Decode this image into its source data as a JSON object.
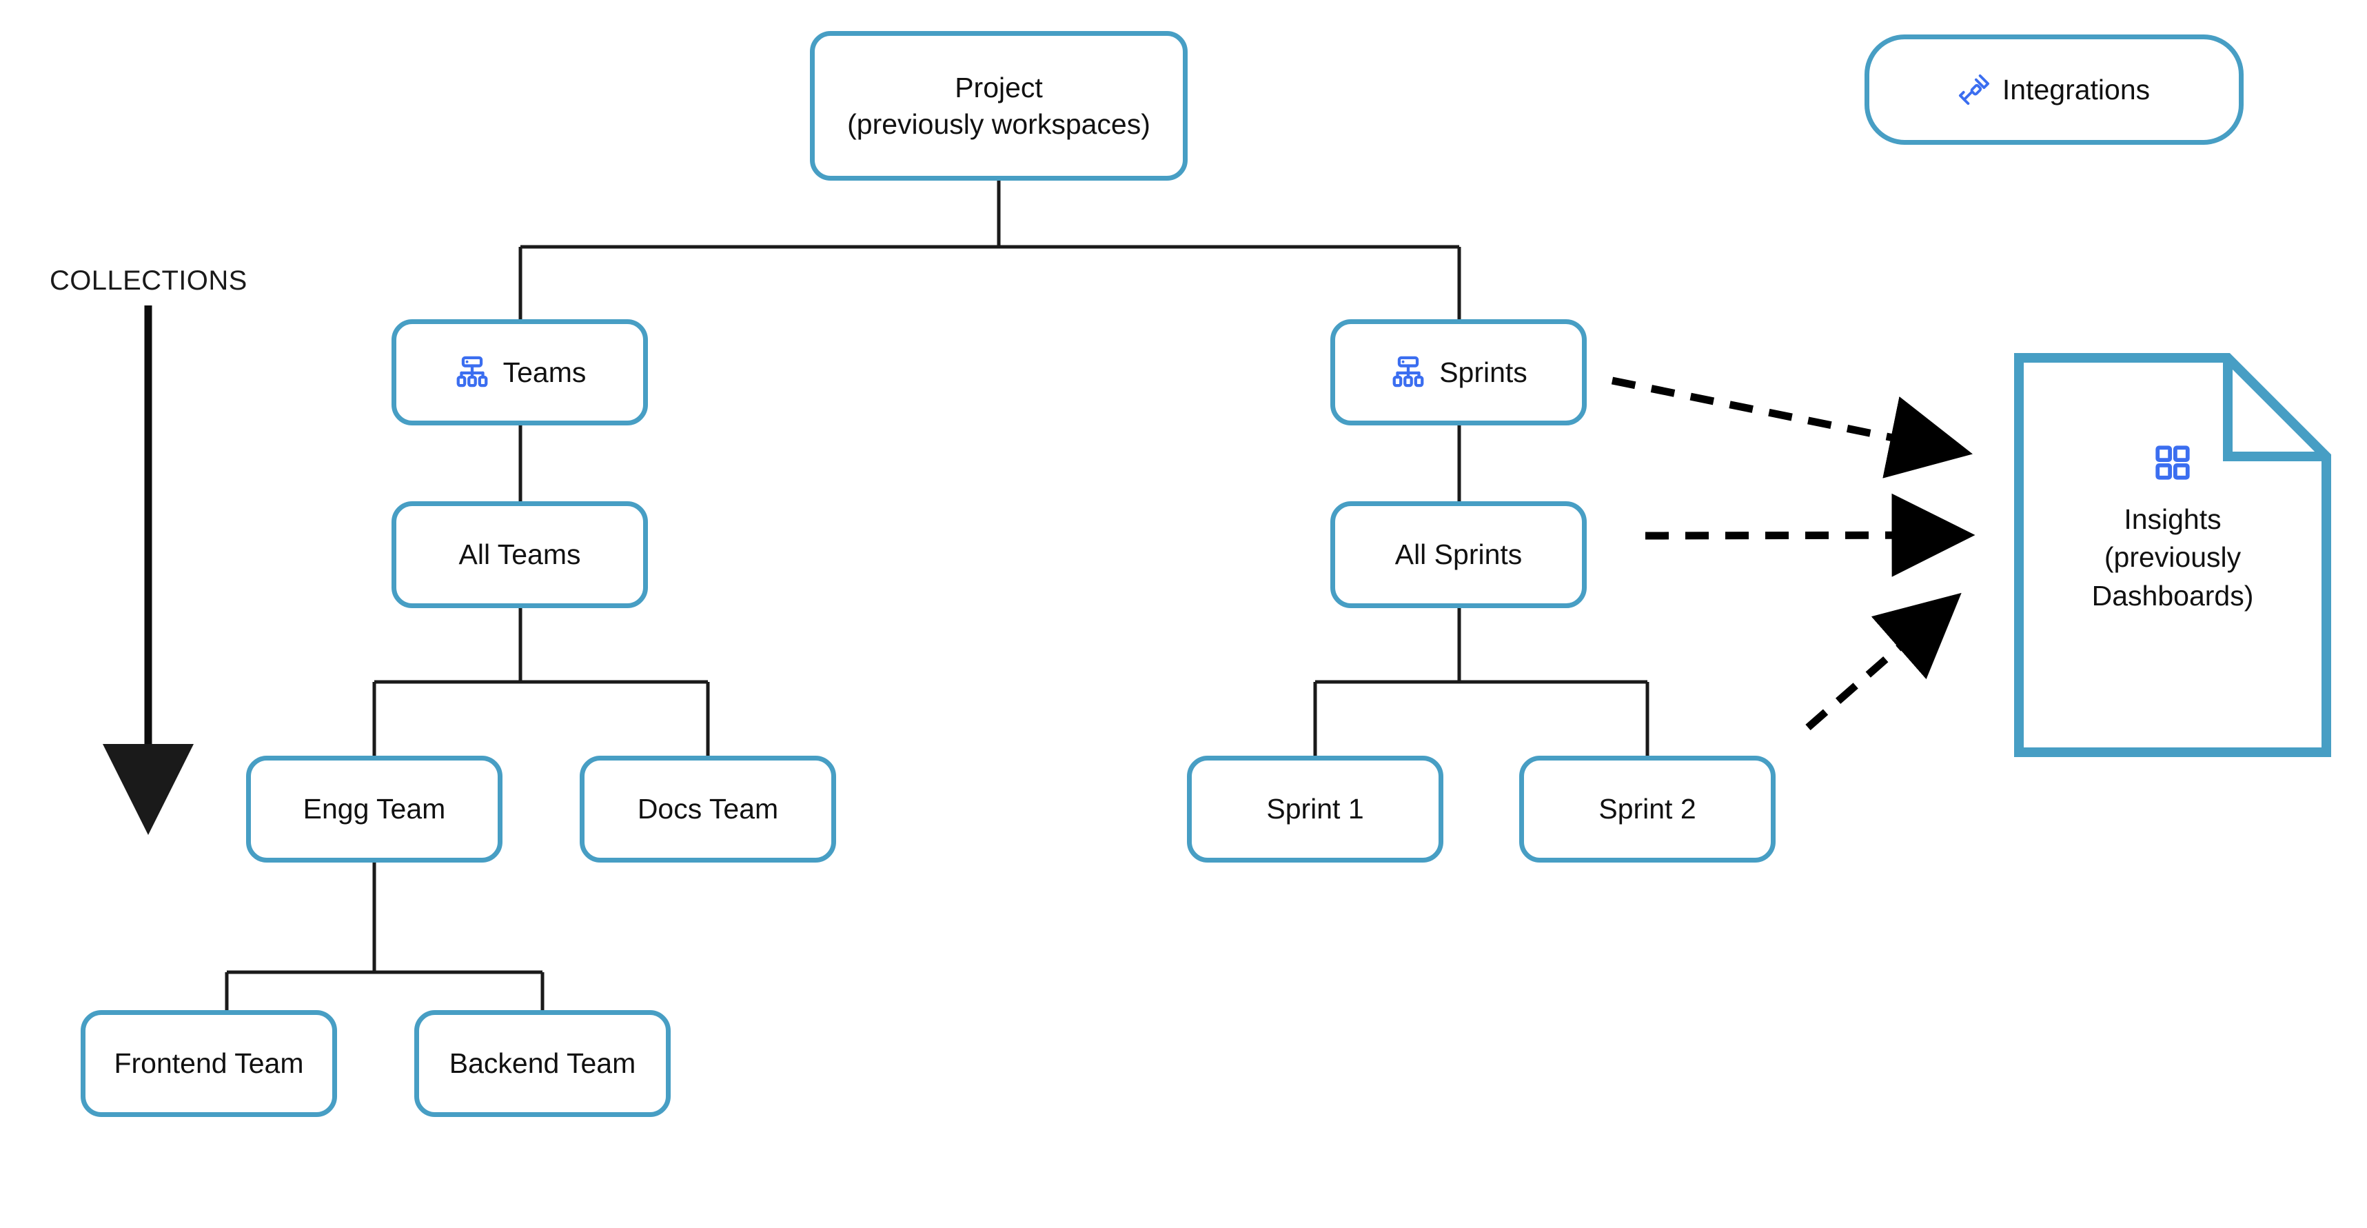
{
  "diagram": {
    "title_caption": "COLLECTIONS",
    "colors": {
      "node_border": "#479ec4",
      "connector": "#1a1a1a",
      "icon_blue": "#3b6ef0",
      "text": "#111111",
      "background": "#ffffff"
    }
  },
  "nodes": {
    "project": {
      "label": "Project\n(previously workspaces)",
      "icon": "none"
    },
    "integrations": {
      "label": "Integrations",
      "icon": "plug-connector-icon"
    },
    "teams": {
      "label": "Teams",
      "icon": "hierarchy-icon"
    },
    "sprints": {
      "label": "Sprints",
      "icon": "hierarchy-icon"
    },
    "all_teams": {
      "label": "All Teams",
      "icon": "none"
    },
    "all_sprints": {
      "label": "All Sprints",
      "icon": "none"
    },
    "engg_team": {
      "label": "Engg Team",
      "icon": "none"
    },
    "docs_team": {
      "label": "Docs Team",
      "icon": "none"
    },
    "sprint_1": {
      "label": "Sprint 1",
      "icon": "none"
    },
    "sprint_2": {
      "label": "Sprint 2",
      "icon": "none"
    },
    "frontend_team": {
      "label": "Frontend Team",
      "icon": "none"
    },
    "backend_team": {
      "label": "Backend Team",
      "icon": "none"
    },
    "insights": {
      "label": "Insights\n(previously\nDashboards)",
      "icon": "dashboard-grid-icon"
    }
  },
  "edges": {
    "solid": [
      {
        "from": "project",
        "to": "teams"
      },
      {
        "from": "project",
        "to": "sprints"
      },
      {
        "from": "teams",
        "to": "all_teams"
      },
      {
        "from": "all_teams",
        "to": "engg_team"
      },
      {
        "from": "all_teams",
        "to": "docs_team"
      },
      {
        "from": "engg_team",
        "to": "frontend_team"
      },
      {
        "from": "engg_team",
        "to": "backend_team"
      },
      {
        "from": "sprints",
        "to": "all_sprints"
      },
      {
        "from": "all_sprints",
        "to": "sprint_1"
      },
      {
        "from": "all_sprints",
        "to": "sprint_2"
      }
    ],
    "dashed": [
      {
        "from": "sprints",
        "to": "insights"
      },
      {
        "from": "all_sprints",
        "to": "insights"
      },
      {
        "from": "sprint_2",
        "to": "insights"
      }
    ],
    "collections_arrow": {
      "label": "COLLECTIONS",
      "direction": "down"
    }
  }
}
